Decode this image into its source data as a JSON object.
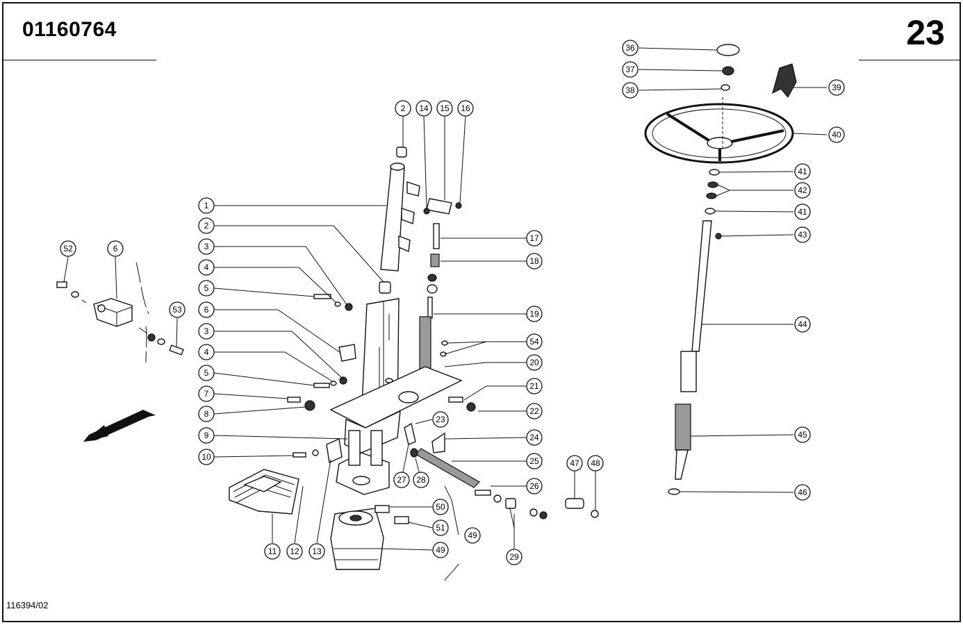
{
  "header": {
    "part_number": "01160764",
    "page_number": "23"
  },
  "footer": {
    "drawing_reference": "116394/02"
  },
  "callouts": [
    {
      "id": "c-2-top",
      "label": "2"
    },
    {
      "id": "c-14",
      "label": "14"
    },
    {
      "id": "c-15",
      "label": "15"
    },
    {
      "id": "c-16",
      "label": "16"
    },
    {
      "id": "c-1",
      "label": "1"
    },
    {
      "id": "c-2",
      "label": "2"
    },
    {
      "id": "c-3a",
      "label": "3"
    },
    {
      "id": "c-4a",
      "label": "4"
    },
    {
      "id": "c-5a",
      "label": "5"
    },
    {
      "id": "c-6a",
      "label": "6"
    },
    {
      "id": "c-3b",
      "label": "3"
    },
    {
      "id": "c-4b",
      "label": "4"
    },
    {
      "id": "c-5b",
      "label": "5"
    },
    {
      "id": "c-7",
      "label": "7"
    },
    {
      "id": "c-8",
      "label": "8"
    },
    {
      "id": "c-9",
      "label": "9"
    },
    {
      "id": "c-10",
      "label": "10"
    },
    {
      "id": "c-17",
      "label": "17"
    },
    {
      "id": "c-18",
      "label": "18"
    },
    {
      "id": "c-19",
      "label": "19"
    },
    {
      "id": "c-54",
      "label": "54"
    },
    {
      "id": "c-20",
      "label": "20"
    },
    {
      "id": "c-21",
      "label": "21"
    },
    {
      "id": "c-22",
      "label": "22"
    },
    {
      "id": "c-23",
      "label": "23"
    },
    {
      "id": "c-24",
      "label": "24"
    },
    {
      "id": "c-25",
      "label": "25"
    },
    {
      "id": "c-26",
      "label": "26"
    },
    {
      "id": "c-27",
      "label": "27"
    },
    {
      "id": "c-28",
      "label": "28"
    },
    {
      "id": "c-47",
      "label": "47"
    },
    {
      "id": "c-48",
      "label": "48"
    },
    {
      "id": "c-50",
      "label": "50"
    },
    {
      "id": "c-51",
      "label": "51"
    },
    {
      "id": "c-49a",
      "label": "49"
    },
    {
      "id": "c-49b",
      "label": "49"
    },
    {
      "id": "c-29",
      "label": "29"
    },
    {
      "id": "c-11",
      "label": "11"
    },
    {
      "id": "c-12",
      "label": "12"
    },
    {
      "id": "c-13",
      "label": "13"
    },
    {
      "id": "c-52",
      "label": "52"
    },
    {
      "id": "c-6b",
      "label": "6"
    },
    {
      "id": "c-53",
      "label": "53"
    },
    {
      "id": "c-36",
      "label": "36"
    },
    {
      "id": "c-37",
      "label": "37"
    },
    {
      "id": "c-38",
      "label": "38"
    },
    {
      "id": "c-39",
      "label": "39"
    },
    {
      "id": "c-40",
      "label": "40"
    },
    {
      "id": "c-41a",
      "label": "41"
    },
    {
      "id": "c-42",
      "label": "42"
    },
    {
      "id": "c-41b",
      "label": "41"
    },
    {
      "id": "c-43",
      "label": "43"
    },
    {
      "id": "c-44",
      "label": "44"
    },
    {
      "id": "c-45",
      "label": "45"
    },
    {
      "id": "c-46",
      "label": "46"
    }
  ]
}
